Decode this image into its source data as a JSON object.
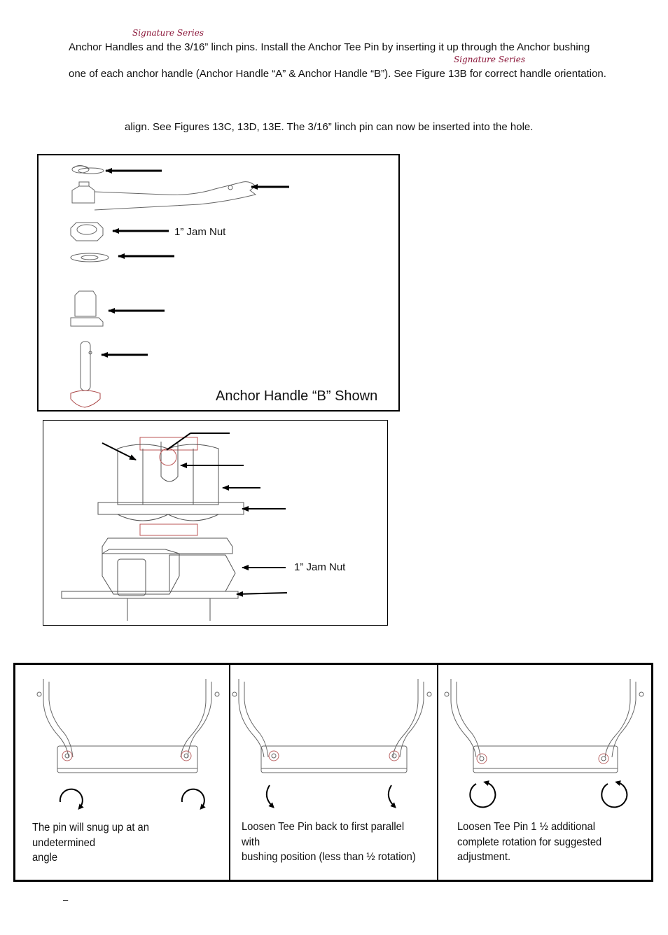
{
  "header": {
    "signature_1": "Signature Series",
    "line_1": "Anchor Handles and the 3/16” linch pins. Install the Anchor Tee Pin by inserting it up through the Anchor bushing",
    "signature_2": "Signature Series",
    "line_2": "one of each anchor handle (Anchor Handle “A” & Anchor Handle “B”). See Figure 13B for correct handle orientation.",
    "line_3": "align. See Figures 13C, 13D, 13E. The 3/16” linch pin can now be inserted into the hole."
  },
  "figure_exploded": {
    "jam_nut_label": "1” Jam Nut",
    "caption": "Anchor Handle “B” Shown"
  },
  "figure_assembled": {
    "jam_nut_label": "1” Jam Nut"
  },
  "steps": [
    {
      "text_line_1": "The pin will snug up at an undetermined",
      "text_line_2": "angle",
      "text_line_3": ""
    },
    {
      "text_line_1": "Loosen Tee Pin back to first   parallel with",
      "text_line_2": "bushing position (less than ½ rotation)",
      "text_line_3": ""
    },
    {
      "text_line_1": "Loosen Tee Pin 1 ½ additional",
      "text_line_2": "complete rotation for suggested",
      "text_line_3": "adjustment."
    }
  ],
  "footer": {
    "mark": "–"
  }
}
